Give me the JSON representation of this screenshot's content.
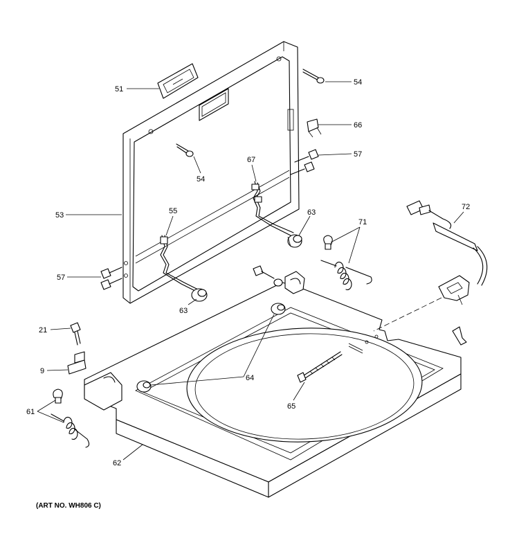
{
  "art_number": "(ART NO. WH806 C)",
  "callouts": {
    "c51": "51",
    "c53": "53",
    "c54a": "54",
    "c54b": "54",
    "c55": "55",
    "c57a": "57",
    "c57b": "57",
    "c63a": "63",
    "c63b": "63",
    "c66": "66",
    "c67": "67",
    "c71": "71",
    "c72": "72",
    "c21": "21",
    "c9": "9",
    "c61": "61",
    "c62": "62",
    "c64": "64",
    "c65": "65"
  },
  "colors": {
    "line": "#000000",
    "background": "#ffffff"
  }
}
